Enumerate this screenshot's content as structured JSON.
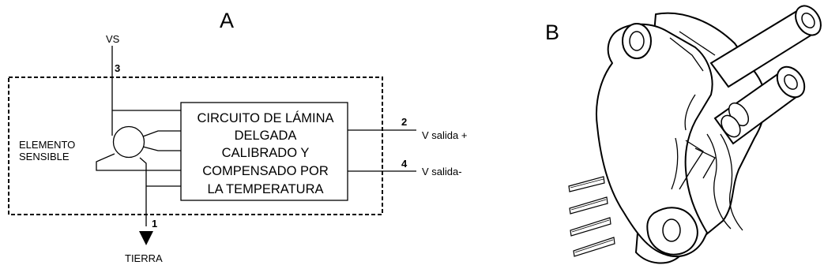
{
  "panel_a": {
    "label": "A",
    "supply_label": "VS",
    "sensor_label_line1": "ELEMENTO",
    "sensor_label_line2": "SENSIBLE",
    "circuit_lines": [
      "CIRCUITO DE LÁMINA",
      "DELGADA",
      "CALIBRADO Y",
      "COMPENSADO  POR",
      "LA TEMPERATURA"
    ],
    "pins": [
      {
        "number": "3"
      },
      {
        "number": "2",
        "label": "V salida +"
      },
      {
        "number": "4",
        "label": "V salida-"
      },
      {
        "number": "1",
        "label": "TIERRA"
      }
    ]
  },
  "panel_b": {
    "label": "B"
  }
}
